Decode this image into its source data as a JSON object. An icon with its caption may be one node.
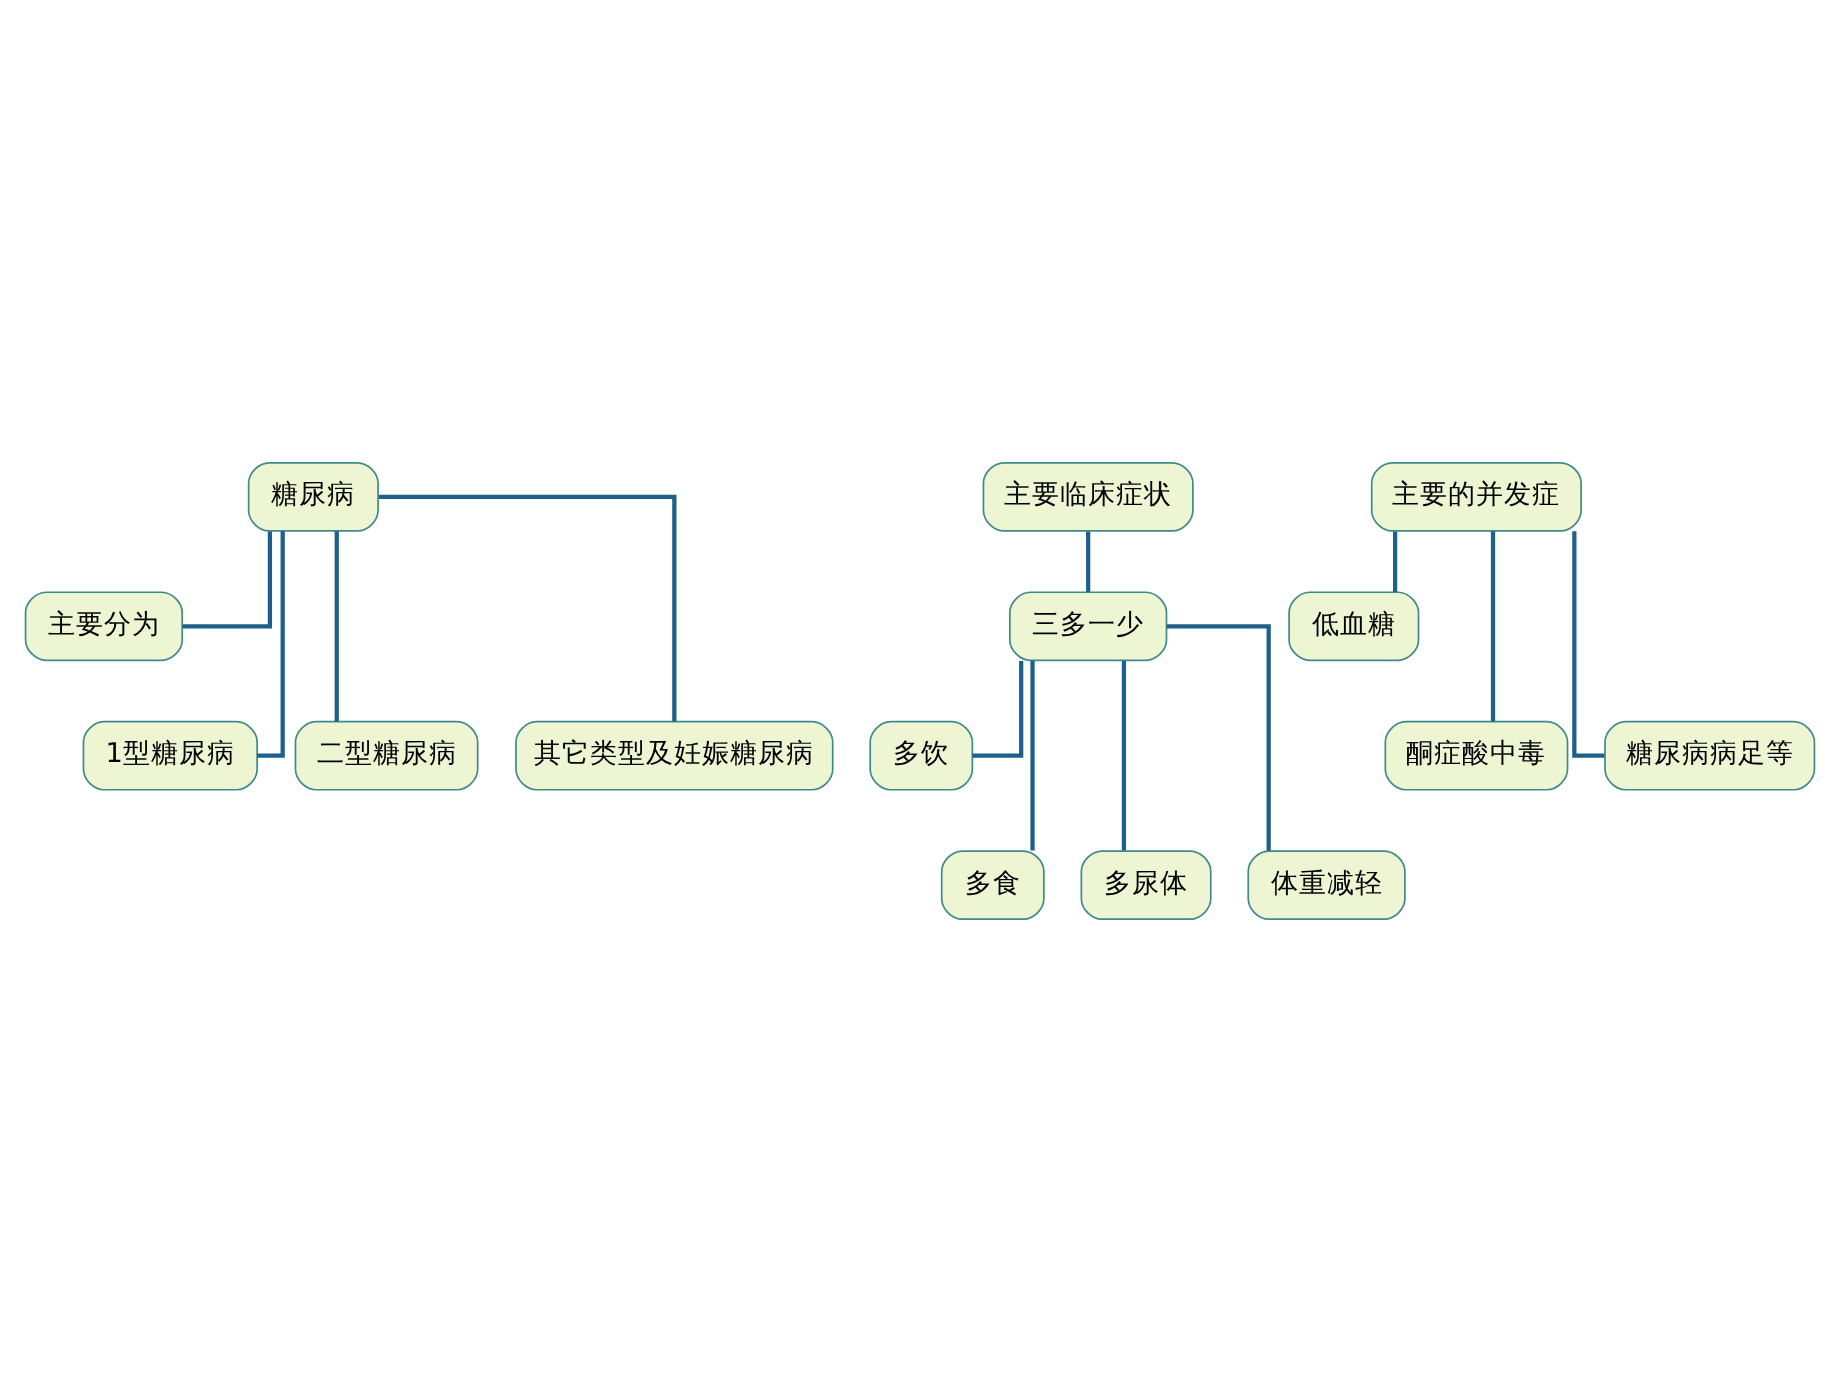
{
  "diagram": {
    "nodes": [
      {
        "text": [
          "糖尿病"
        ]
      },
      {
        "text": [
          "主要分为"
        ]
      },
      {
        "text": [
          "1型糖尿病"
        ]
      },
      {
        "text": [
          "二型糖尿病"
        ]
      },
      {
        "text": [
          "其它类型及妊娠糖尿病"
        ]
      },
      {
        "text": [
          "主要临床症状"
        ]
      },
      {
        "text": [
          "三多一少"
        ]
      },
      {
        "text": [
          "多饮"
        ]
      },
      {
        "text": [
          "多食"
        ]
      },
      {
        "text": [
          "多尿体"
        ]
      },
      {
        "text": [
          "体重减轻"
        ]
      },
      {
        "text": [
          "主要的并发症"
        ]
      },
      {
        "text": [
          "低血糖"
        ]
      },
      {
        "text": [
          "酮症酸中毒"
        ]
      },
      {
        "text": [
          "糖尿病病足等"
        ]
      }
    ],
    "edges": [
      {
        "from": 0,
        "to": 1,
        "arrow": "none"
      },
      {
        "from": 0,
        "to": 2,
        "arrow": "none"
      },
      {
        "from": 0,
        "to": 3,
        "arrow": "none"
      },
      {
        "from": 0,
        "to": 4,
        "arrow": "none"
      },
      {
        "from": 5,
        "to": 6,
        "arrow": "none"
      },
      {
        "from": 6,
        "to": 7,
        "arrow": "none"
      },
      {
        "from": 6,
        "to": 8,
        "arrow": "none"
      },
      {
        "from": 6,
        "to": 9,
        "arrow": "none"
      },
      {
        "from": 6,
        "to": 10,
        "arrow": "none"
      },
      {
        "from": 11,
        "to": 12,
        "arrow": "none"
      },
      {
        "from": 11,
        "to": 13,
        "arrow": "none"
      },
      {
        "from": 11,
        "to": 14,
        "arrow": "none"
      }
    ]
  }
}
